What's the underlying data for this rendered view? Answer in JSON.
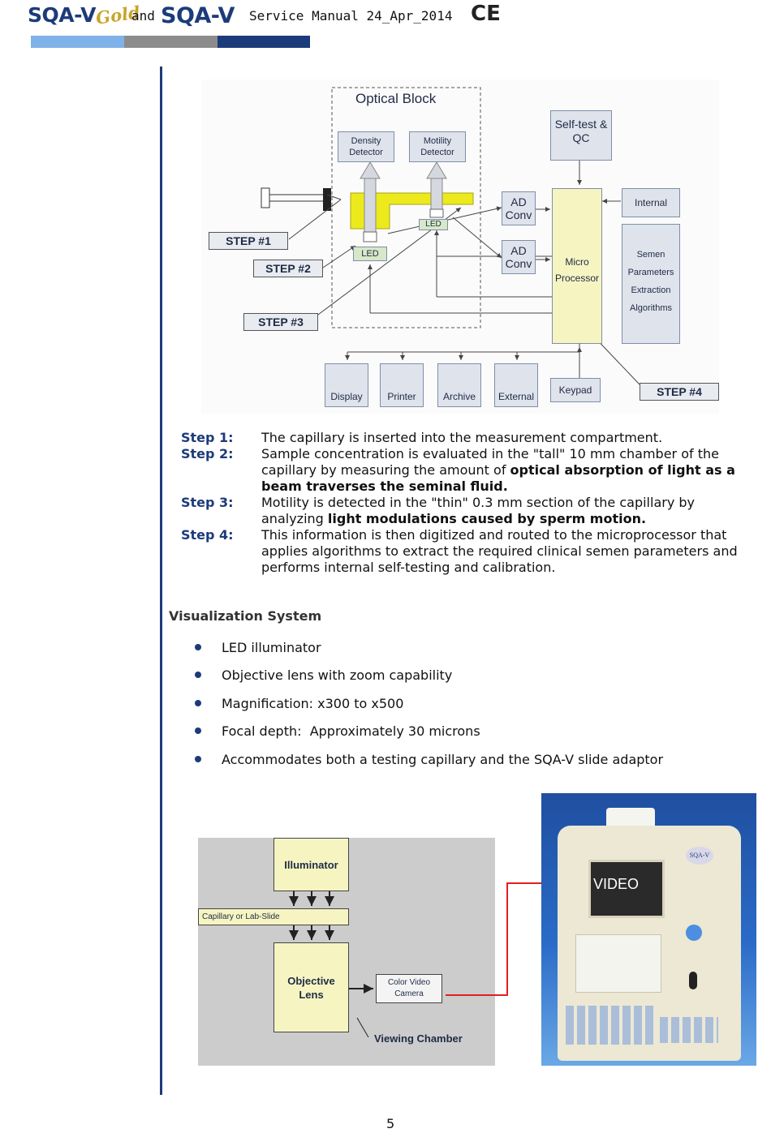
{
  "header": {
    "logo_primary": "SQA-V",
    "logo_gold": "Gold",
    "and": "and",
    "logo_secondary": "SQA-V",
    "title": "Service Manual 24_Apr_2014",
    "ce_mark": "CE",
    "bar_colors": [
      "#7fb2e8",
      "#8c8c8c",
      "#1c3b7a"
    ]
  },
  "diagram1": {
    "optical_block": "Optical Block",
    "density_detector": [
      "Density",
      "Detector"
    ],
    "motility_detector": [
      "Motility",
      "Detector"
    ],
    "led": "LED",
    "ad_conv": [
      "AD",
      "Conv"
    ],
    "self_test": [
      "Self-test &",
      "QC"
    ],
    "internal": "Internal",
    "micro": [
      "Micro",
      "Processor"
    ],
    "semen": [
      "Semen",
      "Parameters",
      "Extraction",
      "Algorithms"
    ],
    "display": "Display",
    "printer": "Printer",
    "archive": "Archive",
    "external": "External",
    "keypad": "Keypad",
    "step1": "STEP #1",
    "step2": "STEP #2",
    "step3": "STEP #3",
    "step4": "STEP #4"
  },
  "steps": [
    {
      "label": "Step 1:",
      "parts": [
        [
          "The capillary is inserted into the measurement compartment.",
          false
        ]
      ]
    },
    {
      "label": "Step 2:",
      "parts": [
        [
          "Sample concentration is evaluated in the \"tall\" 10 mm chamber of the capillary by measuring the amount of ",
          false
        ],
        [
          "optical absorption of light as a beam traverses the seminal fluid.",
          true
        ]
      ]
    },
    {
      "label": "Step 3:",
      "parts": [
        [
          "Motility is detected in the \"thin\" 0.3 mm section of the capillary by analyzing ",
          false
        ],
        [
          "light modulations caused by sperm motion.",
          true
        ]
      ]
    },
    {
      "label": "Step 4:",
      "parts": [
        [
          "This information is then digitized and routed to the microprocessor that applies algorithms to extract the required clinical semen parameters and performs internal self-testing and calibration.",
          false
        ]
      ]
    }
  ],
  "section_title": "Visualization System",
  "bullets": [
    "LED illuminator",
    "Objective lens with zoom capability",
    "Magnification: x300 to x500",
    "Focal depth:  Approximately 30 microns",
    "Accommodates both a testing capillary and the SQA-V slide adaptor"
  ],
  "diagram2": {
    "illuminator": "Illuminator",
    "capillary": "Capillary or Lab-Slide",
    "objective": [
      "Objective",
      "Lens"
    ],
    "camera": [
      "Color Video",
      "Camera"
    ],
    "viewing": "Viewing Chamber",
    "video": "VIDEO",
    "device_badge": "SQA-V"
  },
  "page_number": "5"
}
